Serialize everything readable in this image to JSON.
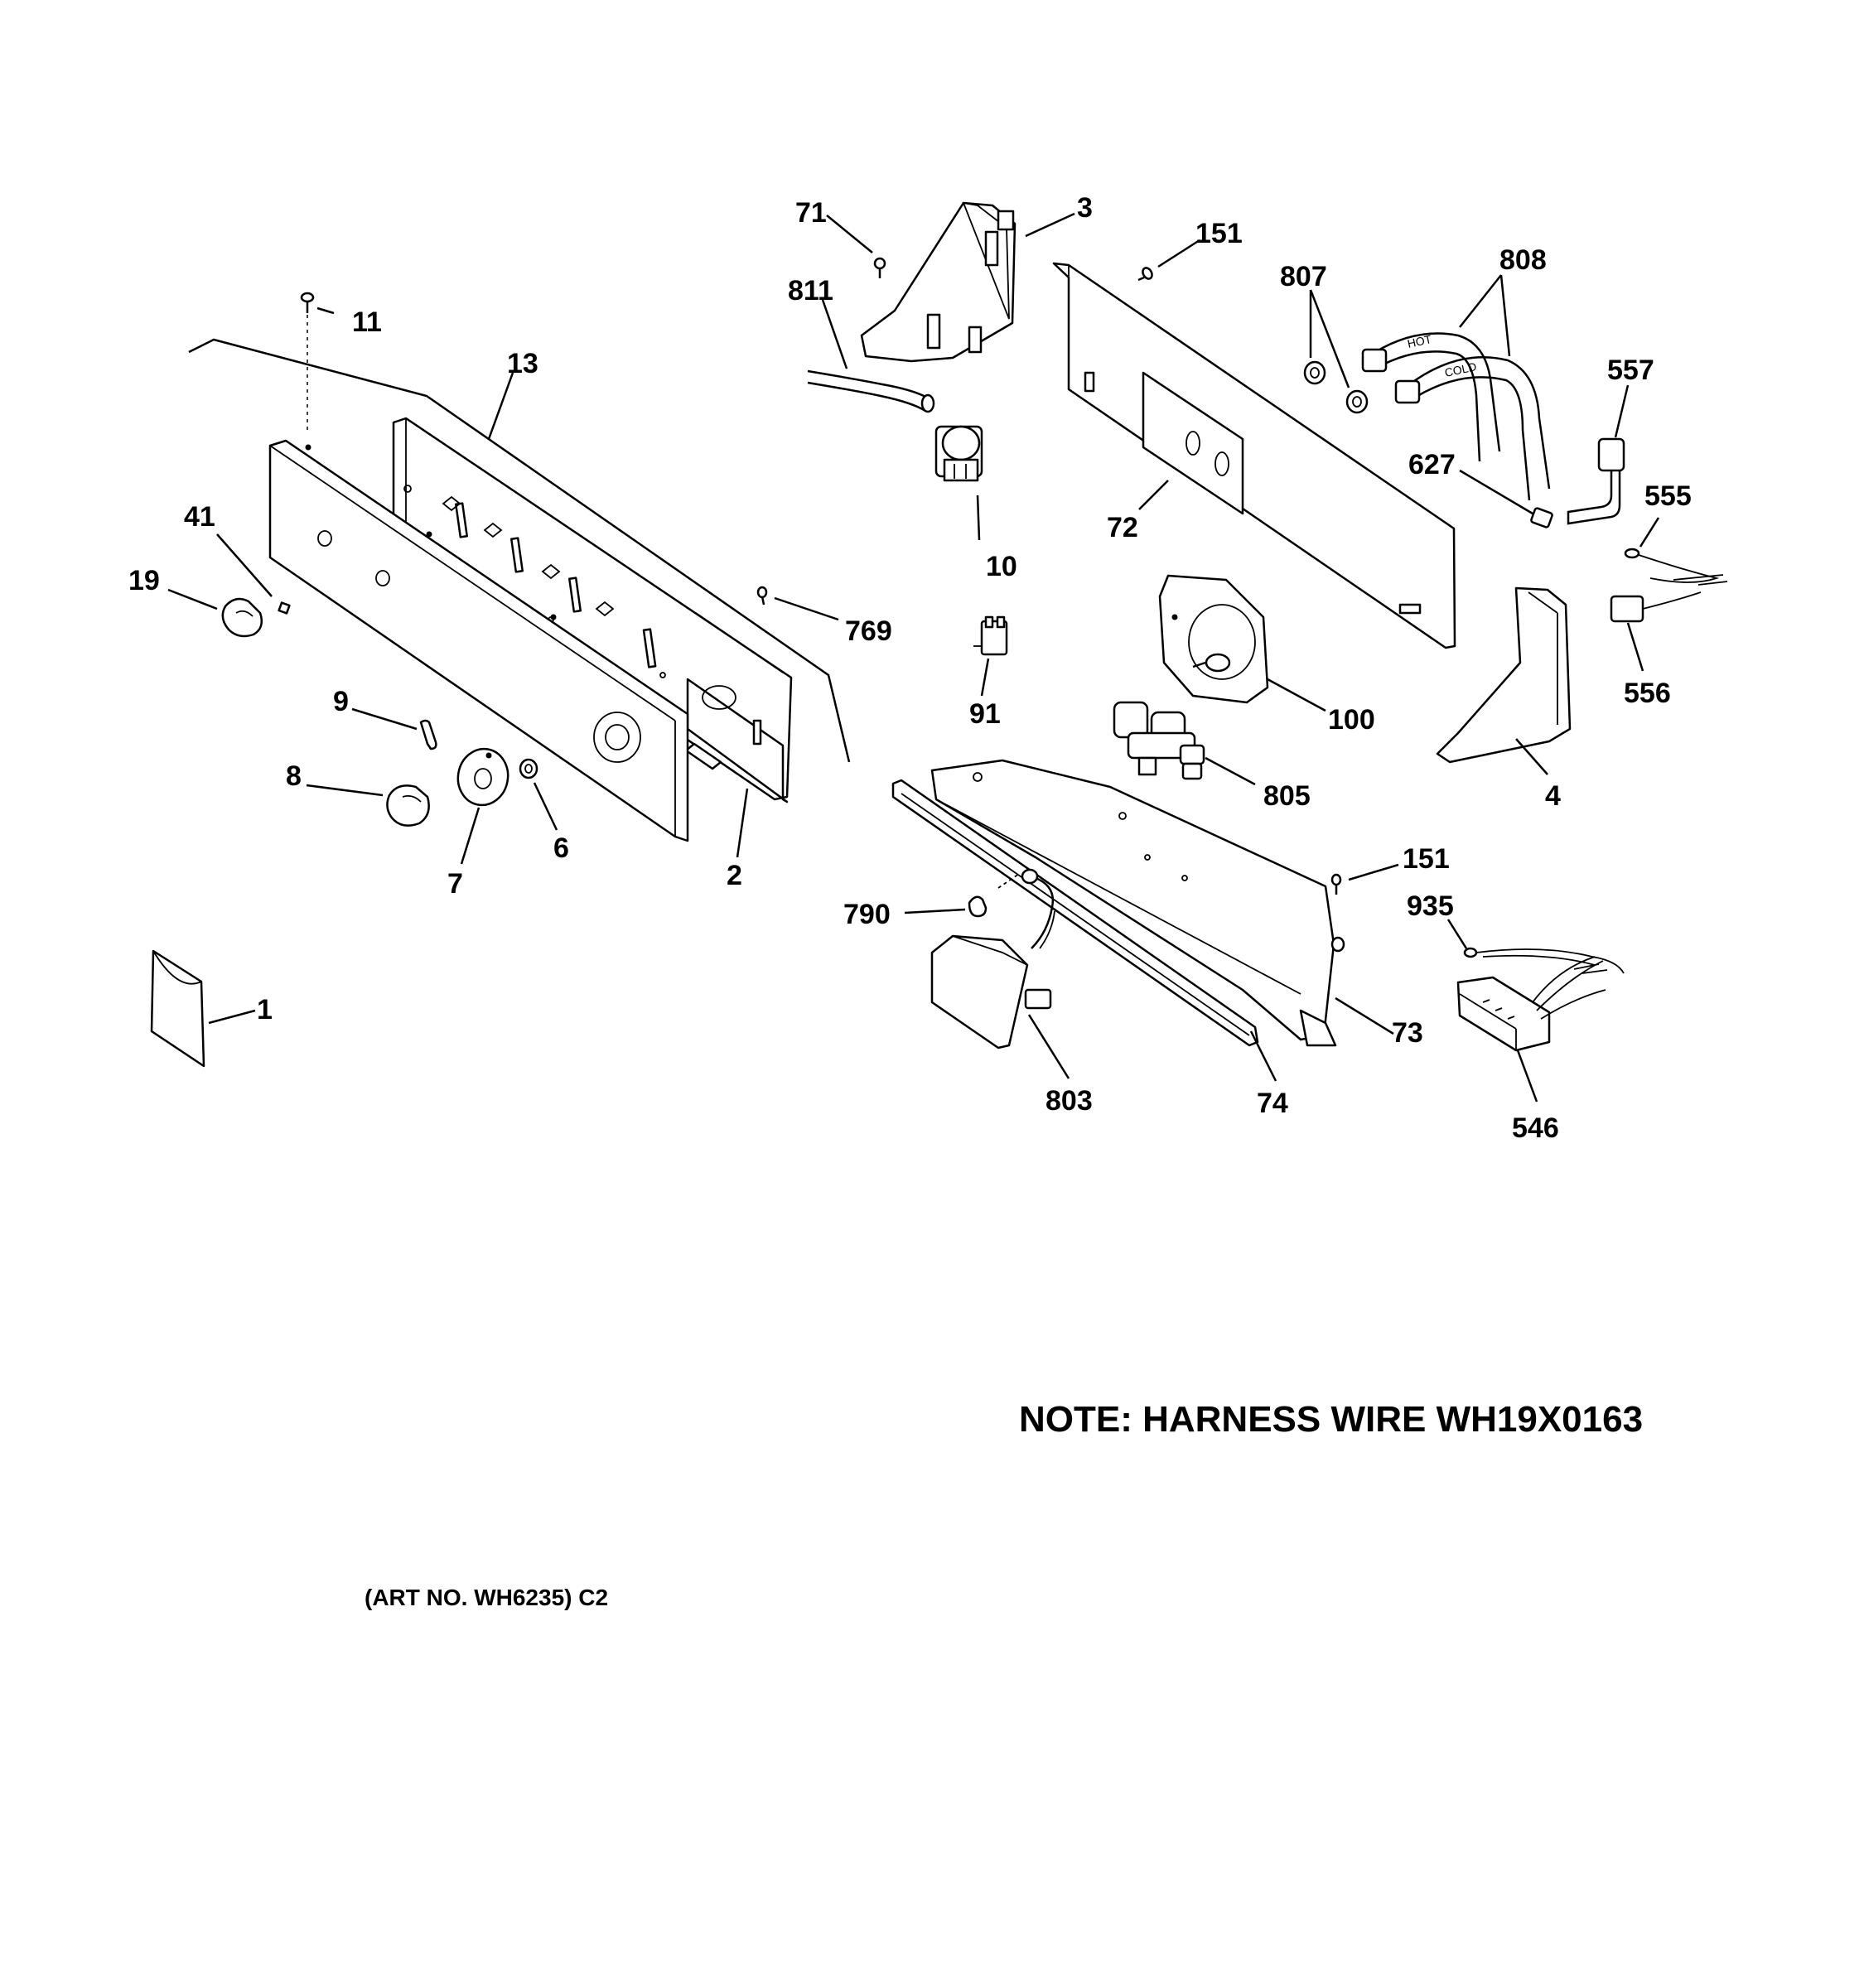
{
  "labels": [
    {
      "id": "71",
      "text": "71"
    },
    {
      "id": "3",
      "text": "3"
    },
    {
      "id": "151a",
      "text": "151"
    },
    {
      "id": "807",
      "text": "807"
    },
    {
      "id": "808",
      "text": "808"
    },
    {
      "id": "811",
      "text": "811"
    },
    {
      "id": "11",
      "text": "11"
    },
    {
      "id": "13",
      "text": "13"
    },
    {
      "id": "557",
      "text": "557"
    },
    {
      "id": "627",
      "text": "627"
    },
    {
      "id": "555",
      "text": "555"
    },
    {
      "id": "41",
      "text": "41"
    },
    {
      "id": "19",
      "text": "19"
    },
    {
      "id": "10",
      "text": "10"
    },
    {
      "id": "72",
      "text": "72"
    },
    {
      "id": "769",
      "text": "769"
    },
    {
      "id": "91",
      "text": "91"
    },
    {
      "id": "100",
      "text": "100"
    },
    {
      "id": "556",
      "text": "556"
    },
    {
      "id": "9",
      "text": "9"
    },
    {
      "id": "8",
      "text": "8"
    },
    {
      "id": "6",
      "text": "6"
    },
    {
      "id": "7",
      "text": "7"
    },
    {
      "id": "2",
      "text": "2"
    },
    {
      "id": "805",
      "text": "805"
    },
    {
      "id": "4",
      "text": "4"
    },
    {
      "id": "151b",
      "text": "151"
    },
    {
      "id": "935",
      "text": "935"
    },
    {
      "id": "790",
      "text": "790"
    },
    {
      "id": "1",
      "text": "1"
    },
    {
      "id": "73",
      "text": "73"
    },
    {
      "id": "803",
      "text": "803"
    },
    {
      "id": "74",
      "text": "74"
    },
    {
      "id": "546",
      "text": "546"
    }
  ],
  "note": "NOTE: HARNESS WIRE WH19X0163",
  "art_number": "(ART NO. WH6235) C2",
  "hose_marks": {
    "hot": "HOT",
    "cold": "COLD"
  }
}
